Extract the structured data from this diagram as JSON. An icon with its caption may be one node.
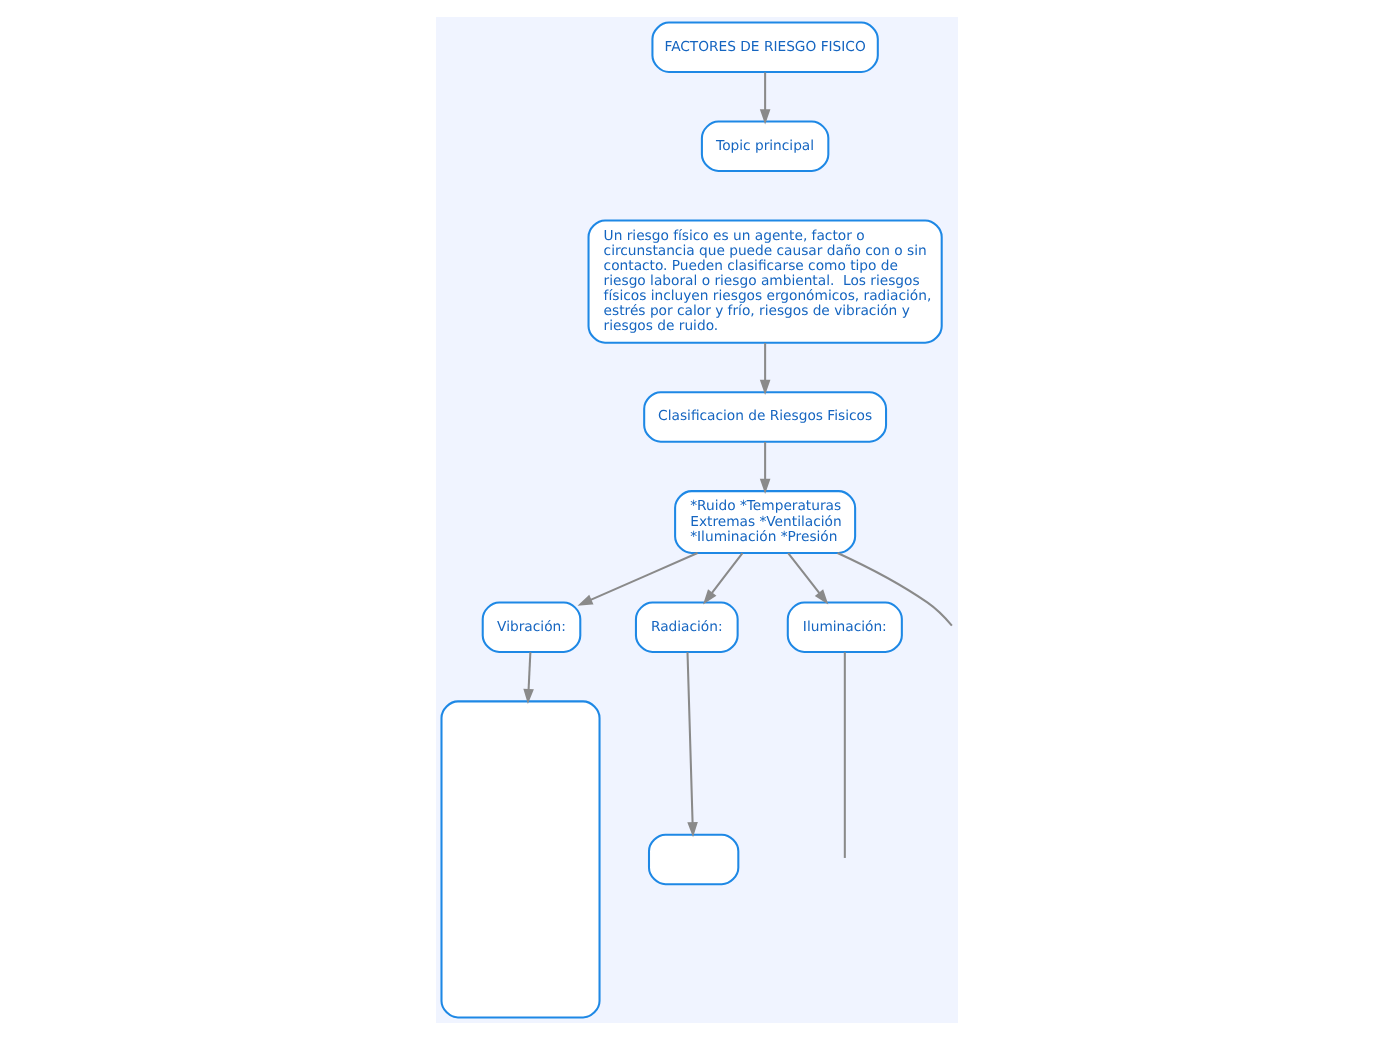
{
  "diagram": {
    "nodes": [
      {
        "text": [
          "FACTORES DE RIESGO FISICO"
        ]
      },
      {
        "text": [
          "Topic principal"
        ]
      },
      {
        "text": [
          "Un riesgo físico es un agente, factor o circunstancia que puede causar daño con o sin contacto. Pueden clasificarse como tipo de riesgo laboral o riesgo ambiental.  Los riesgos físicos incluyen riesgos ergonómicos, radiación, estrés por calor y frío, riesgos de vibración y riesgos de ruido."
        ]
      },
      {
        "text": [
          "Clasificacion de Riesgos Fisicos"
        ]
      },
      {
        "text": [
          "*Ruido *Temperaturas Extremas *Ventilación *Iluminación *Presión"
        ]
      },
      {
        "text": [
          "Vibración:"
        ]
      },
      {
        "text": [],
        "shape": "box"
      },
      {
        "text": [
          "Radiación:"
        ]
      },
      {
        "text": [],
        "shape": "box"
      },
      {
        "text": [
          "Iluminación:"
        ]
      }
    ],
    "edges": [
      {
        "from": 0,
        "to": 1,
        "arrow": "to"
      },
      {
        "from": 2,
        "to": 3,
        "arrow": "to"
      },
      {
        "from": 3,
        "to": 4,
        "arrow": "to"
      },
      {
        "from": 4,
        "to": 5,
        "arrow": "to"
      },
      {
        "from": 5,
        "to": 6,
        "arrow": "to"
      },
      {
        "from": 4,
        "to": 7,
        "arrow": "to"
      },
      {
        "from": 7,
        "to": 8,
        "arrow": "to"
      },
      {
        "from": 4,
        "to": 9,
        "arrow": "to"
      },
      {
        "from": 9,
        "to": null,
        "arrow": "none"
      },
      {
        "from": 4,
        "to": null,
        "arrow": "none"
      }
    ]
  }
}
